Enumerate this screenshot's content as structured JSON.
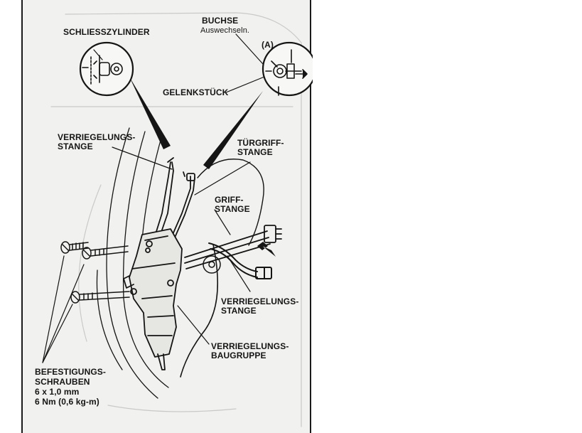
{
  "labels": {
    "schliesszylinder": "SCHLIESSZYLINDER",
    "buchse": "BUCHSE",
    "buchse_sub": "Auswechseln.",
    "detail_a": "(A)",
    "gelenkstueck": "GELENKSTÜCK",
    "verriegelungsstange_1": "VERRIEGELUNGS-",
    "verriegelungsstange_2": "STANGE",
    "tuergriffstange_1": "TÜRGRIFF-",
    "tuergriffstange_2": "STANGE",
    "griffstange_1": "GRIFF-",
    "griffstange_2": "STANGE",
    "verriegelungsstange_b_1": "VERRIEGELUNGS-",
    "verriegelungsstange_b_2": "STANGE",
    "baugruppe_1": "VERRIEGELUNGS-",
    "baugruppe_2": "BAUGRUPPE",
    "schrauben_1": "BEFESTIGUNGS-",
    "schrauben_2": "SCHRAUBEN",
    "schrauben_3": "6 x 1,0 mm",
    "schrauben_4": "6 Nm (0,6 kg-m)"
  },
  "colors": {
    "ink": "#151515",
    "paper": "#f1f1ef",
    "background": "#ffffff"
  }
}
